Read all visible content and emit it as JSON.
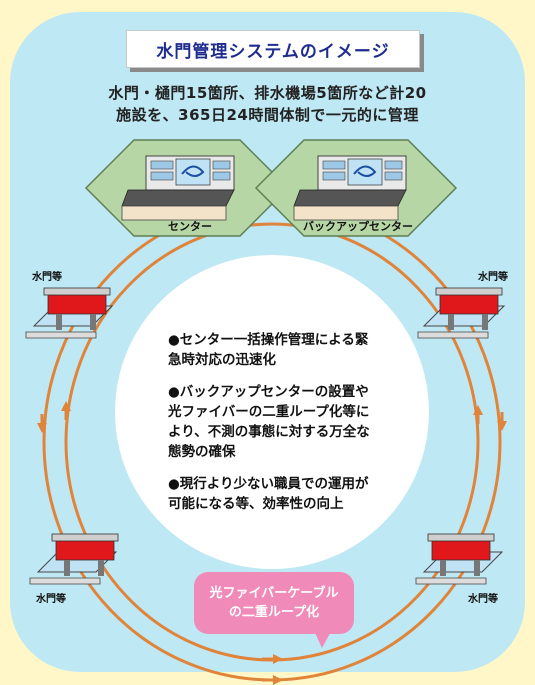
{
  "title": "水門管理システムのイメージ",
  "subtitle_lines": [
    "水門・樋門15箇所、排水機場5箇所など計20",
    "施設を、365日24時間体制で一元的に管理"
  ],
  "centers": [
    {
      "label": "センター"
    },
    {
      "label": "バックアップセンター"
    }
  ],
  "gate_label": "水門等",
  "bullets": [
    "●センター一括操作管理による緊急時対応の迅速化",
    "●バックアップセンターの設置や光ファイバーの二重ループ化等により、不測の事態に対する万全な態勢の確保",
    "●現行より少ない職員での運用が可能になる等、効率性の向上"
  ],
  "callout_lines": [
    "光ファイバーケーブル",
    "の二重ループ化"
  ],
  "colors": {
    "background": "#FFF7C8",
    "panel": "#BFE8F5",
    "loop": "#E0843A",
    "hexagon": "#B7D6A5",
    "title_text": "#1f2c8f",
    "callout": "#f08ab8",
    "gate_red": "#e0181c"
  },
  "icons": [
    "control-console-icon",
    "floodgate-icon",
    "loop-arrow-icon"
  ]
}
